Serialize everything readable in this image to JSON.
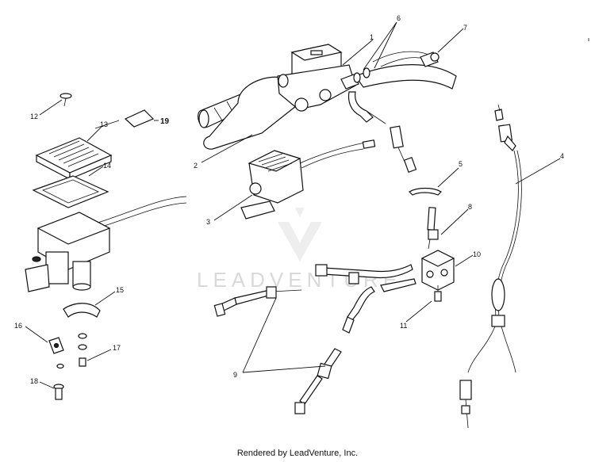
{
  "labels": {
    "l1": "1",
    "l2": "2",
    "l3": "3",
    "l4": "4",
    "l5": "5",
    "l6": "6",
    "l7": "7",
    "l8": "8",
    "l9": "9",
    "l10": "10",
    "l11": "11",
    "l12": "12",
    "l13": "13",
    "l14": "14",
    "l15": "15",
    "l16": "16",
    "l17": "17",
    "l18": "18",
    "l19": "19"
  },
  "watermark": "LEADVENTURE",
  "footer": "Rendered by LeadVenture, Inc."
}
